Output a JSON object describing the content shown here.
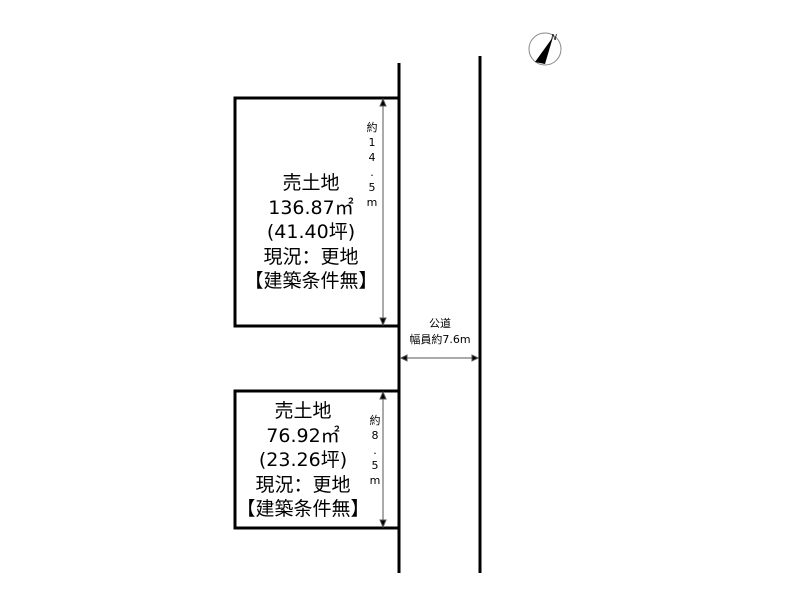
{
  "plots": [
    {
      "title": "売土地",
      "area_m2": "136.87㎡",
      "area_tsubo": "(41.40坪)",
      "status": "現況：更地",
      "condition": "【建築条件無】",
      "depth_label": [
        "約",
        "1",
        "4",
        ".",
        "5",
        "m"
      ]
    },
    {
      "title": "売土地",
      "area_m2": "76.92㎡",
      "area_tsubo": "(23.26坪)",
      "status": "現況：更地",
      "condition": "【建築条件無】",
      "depth_label": [
        "約",
        "8",
        ".",
        "5",
        "m"
      ]
    }
  ],
  "road": {
    "name": "公道",
    "width": "幅員約7.6m"
  },
  "compass": {
    "icon": "north-arrow-icon",
    "label": "N"
  }
}
